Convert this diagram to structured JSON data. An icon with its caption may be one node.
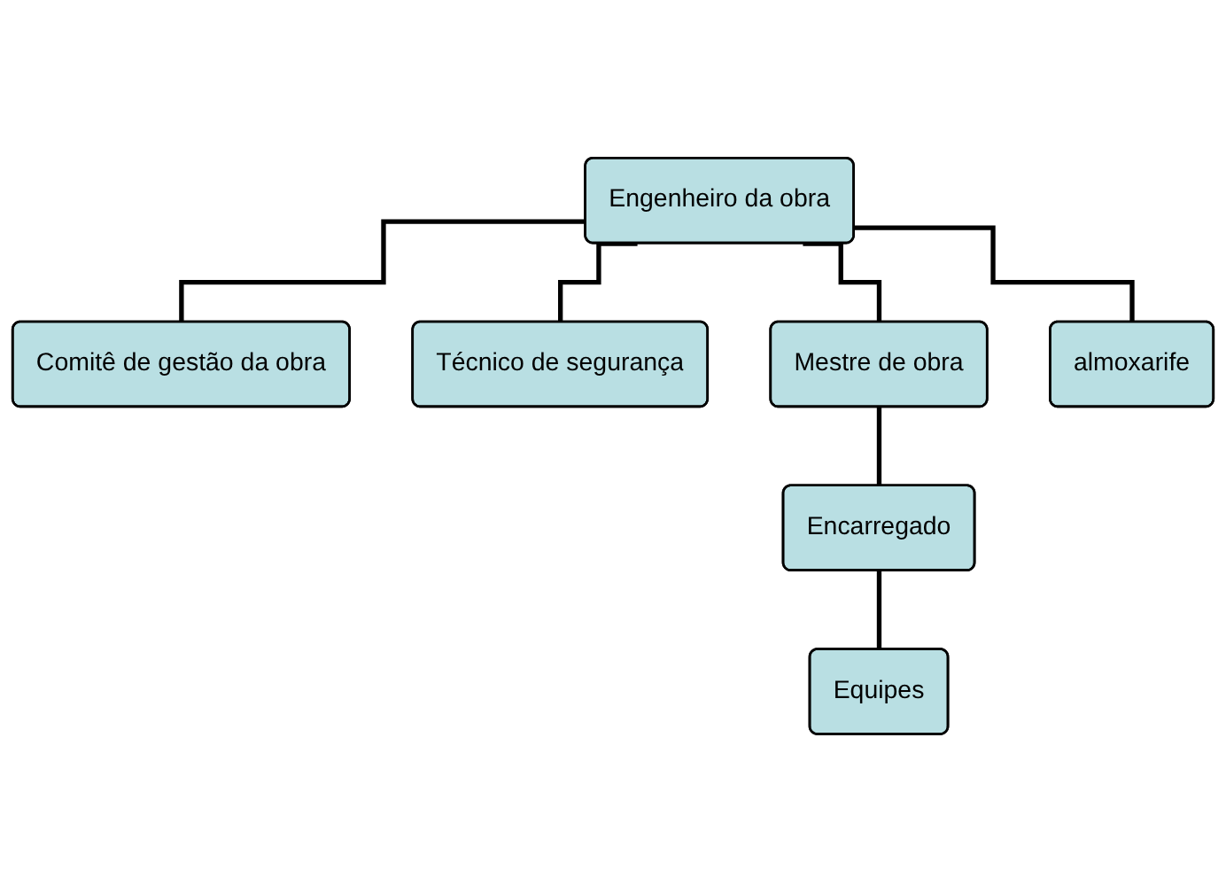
{
  "diagram": {
    "nodes": [
      {
        "text": [
          "Engenheiro da obra"
        ]
      },
      {
        "text": [
          "Comitê de gestão da obra"
        ]
      },
      {
        "text": [
          "Técnico de segurança"
        ]
      },
      {
        "text": [
          "Mestre de obra"
        ]
      },
      {
        "text": [
          "almoxarife"
        ]
      },
      {
        "text": [
          "Encarregado"
        ]
      },
      {
        "text": [
          "Equipes"
        ]
      }
    ],
    "edges": [
      {
        "from": 0,
        "to": 1,
        "arrow": "none"
      },
      {
        "from": 0,
        "to": 2,
        "arrow": "none"
      },
      {
        "from": 0,
        "to": 3,
        "arrow": "none"
      },
      {
        "from": 0,
        "to": 4,
        "arrow": "none"
      },
      {
        "from": 3,
        "to": 5,
        "arrow": "none"
      },
      {
        "from": 5,
        "to": 6,
        "arrow": "none"
      }
    ]
  }
}
